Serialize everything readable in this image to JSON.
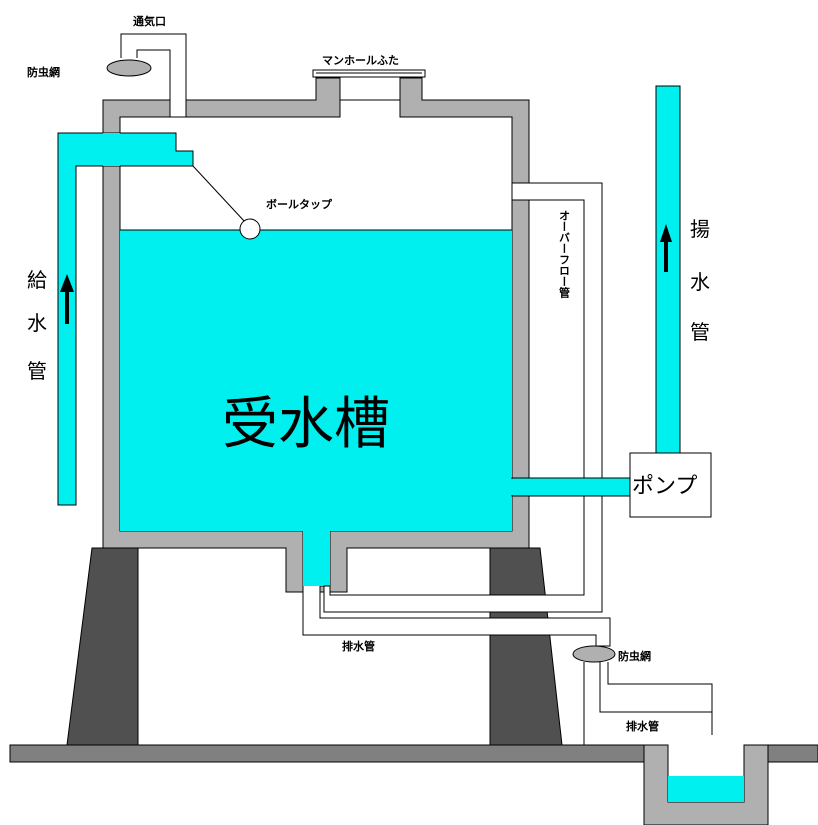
{
  "colors": {
    "water": "#00f0f0",
    "wall": "#b0b0b0",
    "support": "#505050",
    "ground": "#808080",
    "line": "#000000",
    "background": "#ffffff"
  },
  "labels": {
    "tank": "受水槽",
    "vent": "通気口",
    "insect_screen_top": "防虫網",
    "manhole_cover": "マンホールふた",
    "ball_tap": "ボールタップ",
    "overflow_pipe": "オーバーフロー管",
    "supply_pipe": [
      "給",
      "水",
      "管"
    ],
    "lift_pipe": [
      "揚",
      "水",
      "管"
    ],
    "pump": "ポンプ",
    "drain_pipe": "排水管",
    "insect_screen_bottom": "防虫網",
    "drain_pipe_outlet": "排水管"
  }
}
